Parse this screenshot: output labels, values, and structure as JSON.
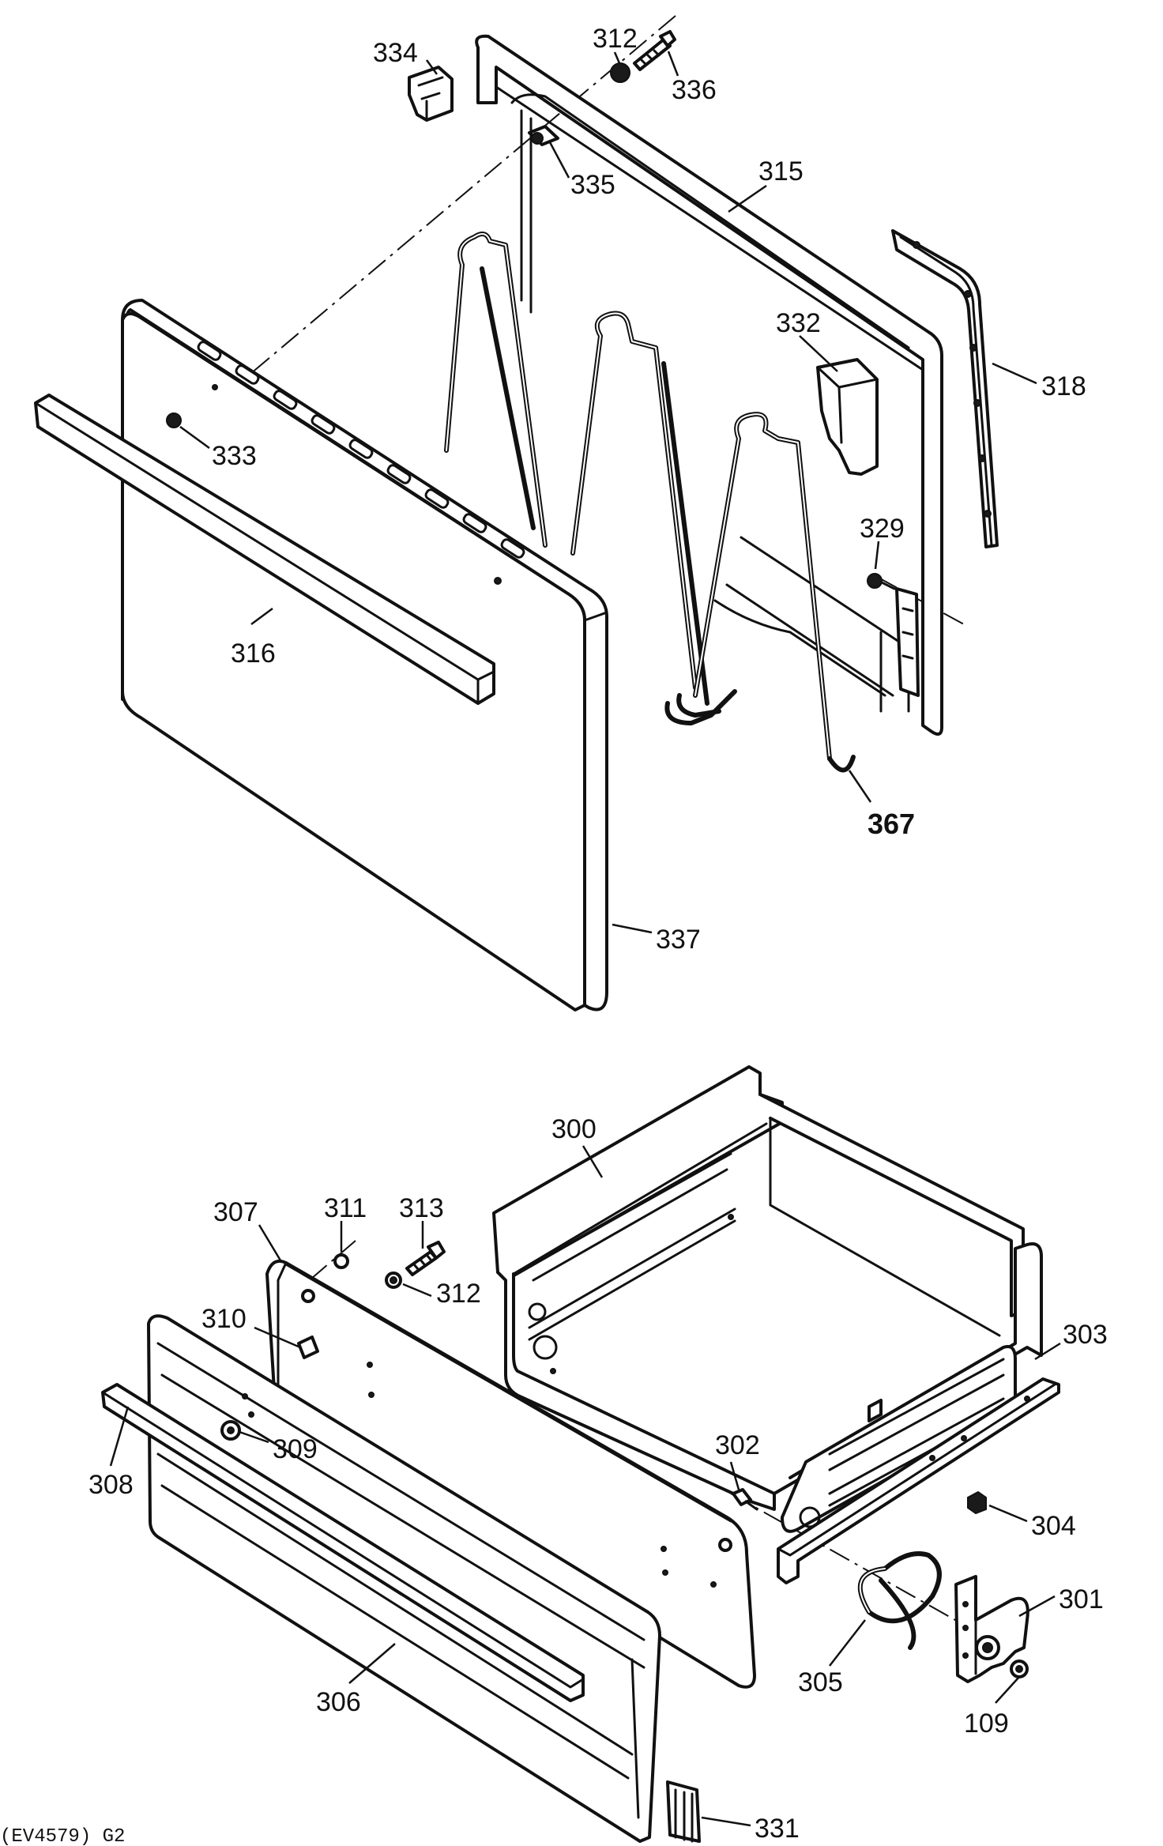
{
  "callouts": {
    "c312_top": "312",
    "c336": "336",
    "c334": "334",
    "c335": "335",
    "c315": "315",
    "c318": "318",
    "c332": "332",
    "c333": "333",
    "c316": "316",
    "c329": "329",
    "c367": "367",
    "c337": "337",
    "c300": "300",
    "c307": "307",
    "c311": "311",
    "c313": "313",
    "c312_bottom": "312",
    "c310": "310",
    "c303": "303",
    "c309": "309",
    "c308": "308",
    "c302": "302",
    "c304": "304",
    "c301": "301",
    "c305": "305",
    "c306": "306",
    "c109": "109",
    "c331": "331"
  },
  "footer_code": "(EV4579) G2"
}
